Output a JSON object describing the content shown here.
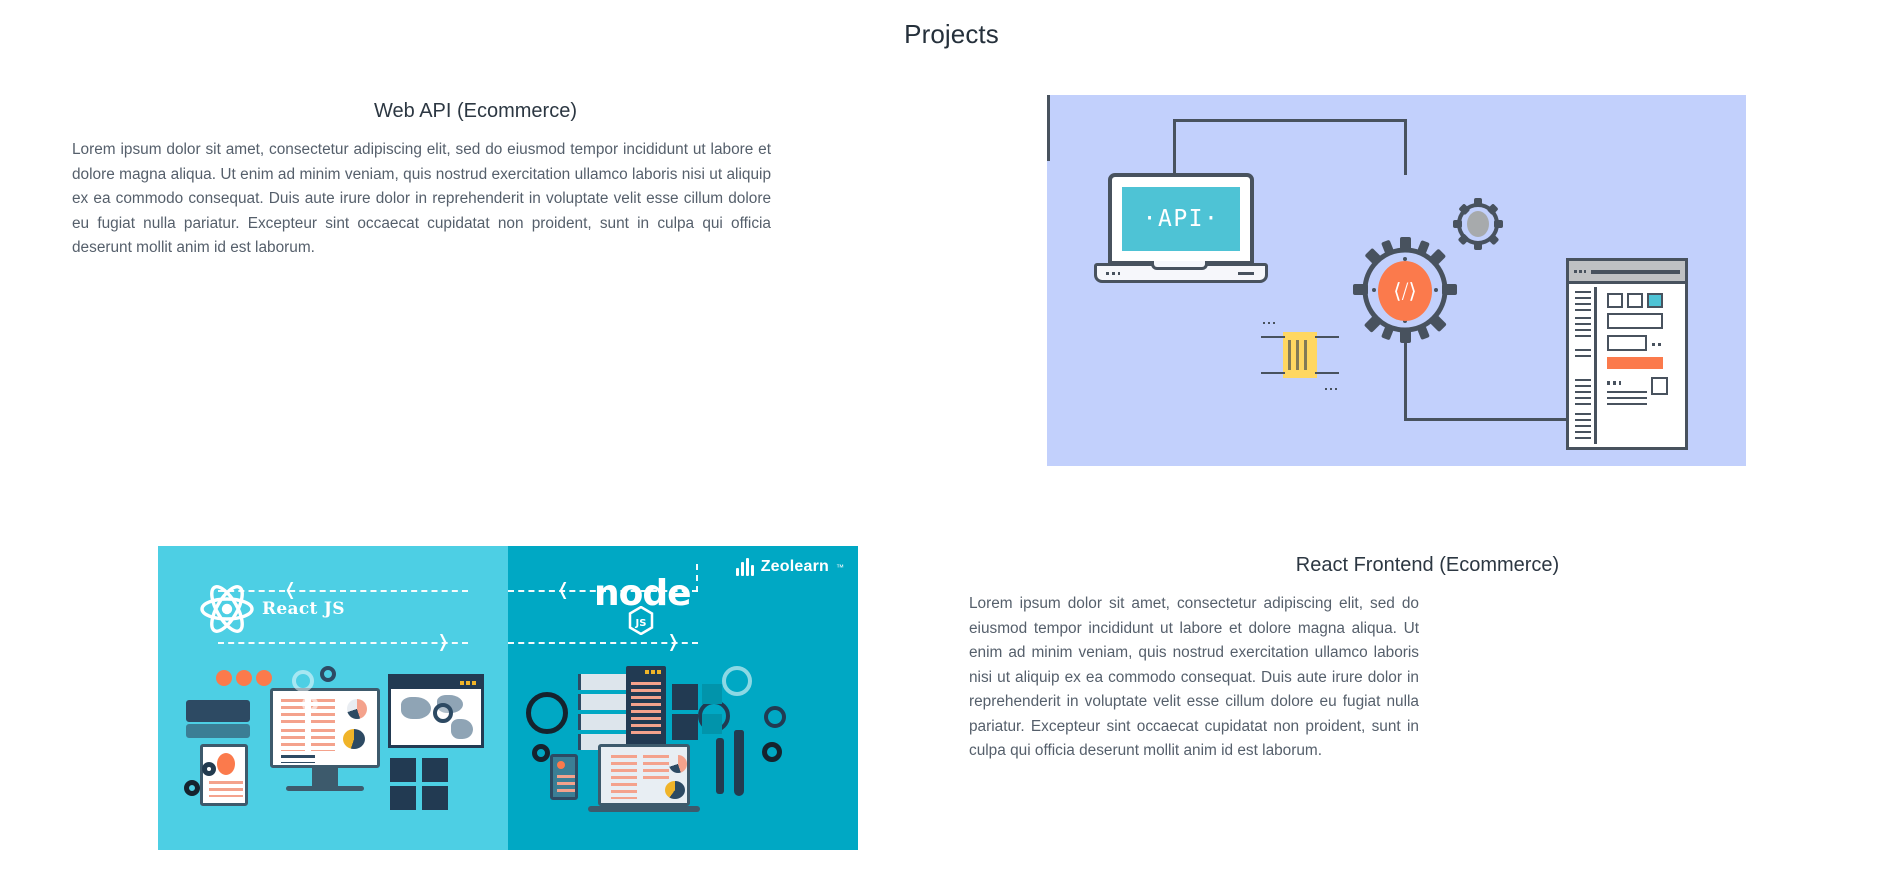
{
  "page": {
    "title": "Projects"
  },
  "projects": [
    {
      "title": "Web API (Ecommerce)",
      "body": "Lorem ipsum dolor sit amet, consectetur adipiscing elit, sed do eiusmod tempor incididunt ut labore et dolore magna aliqua. Ut enim ad minim veniam, quis nostrud exercitation ullamco laboris nisi ut aliquip ex ea commodo consequat. Duis aute irure dolor in reprehenderit in voluptate velit esse cillum dolore eu fugiat nulla pariatur. Excepteur sint occaecat cupidatat non proident, sunt in culpa qui officia deserunt mollit anim id est laborum.",
      "image": {
        "alt": "API integration illustration: laptop showing API connected via wiring to a code gear and a browser window",
        "background_color": "#c2d0fc",
        "laptop_screen_text": "·API·",
        "laptop_screen_color": "#4ec3d5",
        "code_gear_color": "#fb7a4c",
        "code_gear_glyph": "⟨/⟩",
        "chip_color": "#ffd761",
        "line_color": "#48525e"
      }
    },
    {
      "title": "React Frontend (Ecommerce)",
      "body": "Lorem ipsum dolor sit amet, consectetur adipiscing elit, sed do eiusmod tempor incididunt ut labore et dolore magna aliqua. Ut enim ad minim veniam, quis nostrud exercitation ullamco laboris nisi ut aliquip ex ea commodo consequat. Duis aute irure dolor in reprehenderit in voluptate velit esse cillum dolore eu fugiat nulla pariatur. Excepteur sint occaecat cupidatat non proident, sunt in culpa qui officia deserunt mollit anim id est laborum.",
      "image": {
        "alt": "Split banner comparing React JS frontend and Node JS backend",
        "left_panel_color": "#4dcfe4",
        "right_panel_color": "#00a8c4",
        "left_label": "React JS",
        "right_label": "node",
        "right_label_badge": "JS",
        "watermark": "Zeolearn",
        "watermark_tm": "™"
      }
    }
  ]
}
